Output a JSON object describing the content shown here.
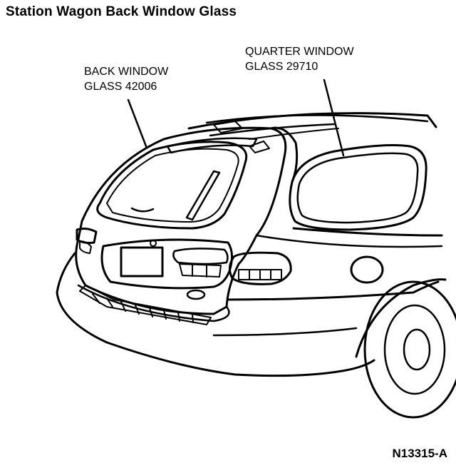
{
  "title": "Station Wagon Back Window Glass",
  "callouts": {
    "back_window": {
      "line1": "BACK WINDOW",
      "line2": "GLASS 42006"
    },
    "quarter_window": {
      "line1": "QUARTER WINDOW",
      "line2": "GLASS 29710"
    }
  },
  "figure_number": "N13315-A"
}
